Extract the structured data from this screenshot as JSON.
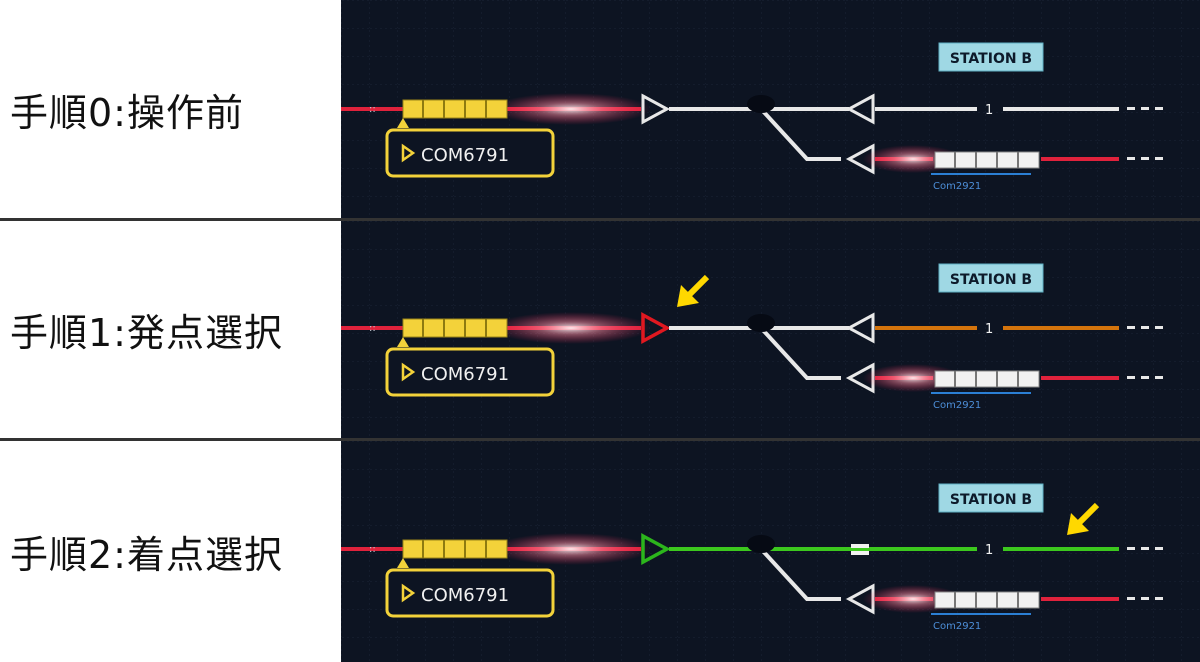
{
  "steps": [
    {
      "label": "手順0:操作前",
      "station": "STATION B",
      "train": "COM6791",
      "track_number": "1",
      "other_train": "Com2921",
      "state": "before"
    },
    {
      "label": "手順1:発点選択",
      "station": "STATION B",
      "train": "COM6791",
      "track_number": "1",
      "other_train": "Com2921",
      "state": "origin-selected"
    },
    {
      "label": "手順2:着点選択",
      "station": "STATION B",
      "train": "COM6791",
      "track_number": "1",
      "other_train": "Com2921",
      "state": "destination-selected"
    }
  ],
  "colors": {
    "background": "#0d1422",
    "grid": "#1a2436",
    "track_white": "#e8e8e8",
    "track_red": "#e0223c",
    "track_orange": "#d4740c",
    "track_green": "#3cc81e",
    "train_yellow": "#f3d23a",
    "station_bg": "#9fd8e4",
    "arrow_yellow": "#ffd800",
    "signal_red": "#e01820",
    "signal_green": "#2cb51c",
    "com2921_blue": "#2b7fd4"
  }
}
